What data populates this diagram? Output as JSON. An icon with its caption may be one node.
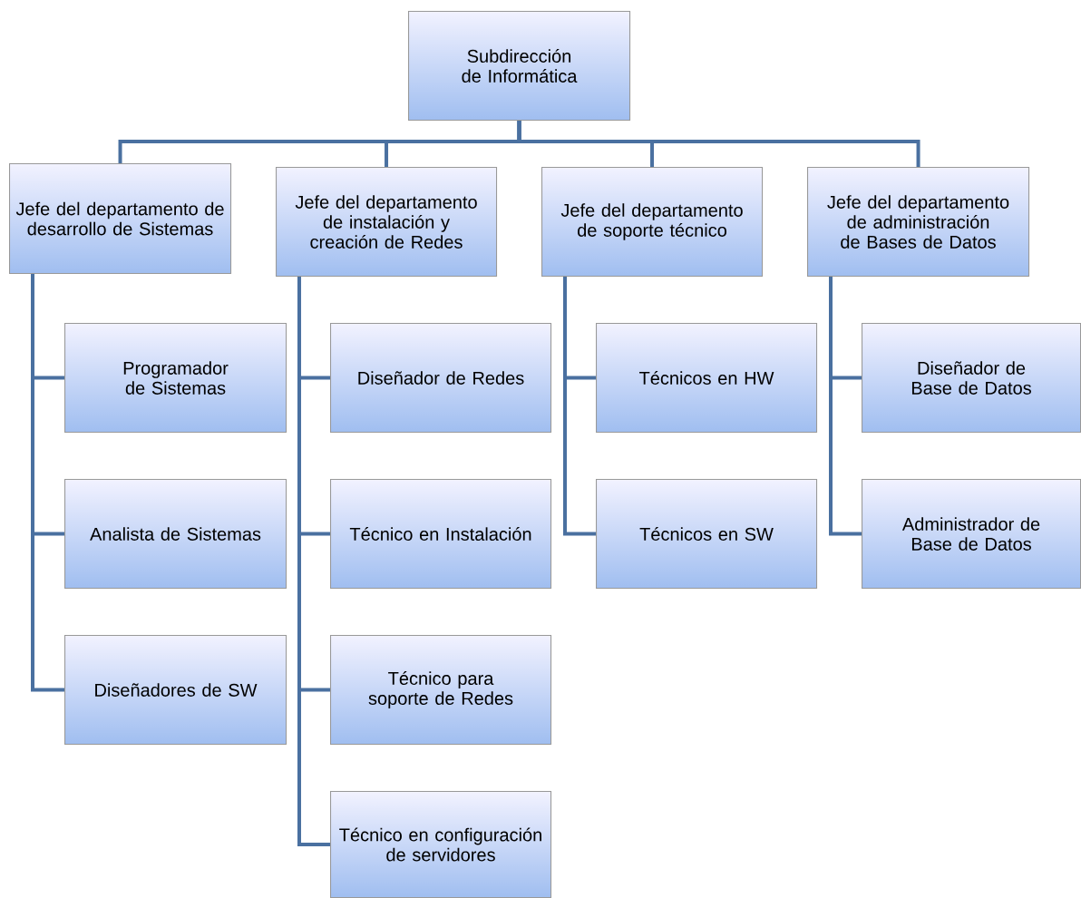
{
  "diagram": {
    "nodes": [
      {
        "text": [
          "Subdirección de Informática"
        ]
      },
      {
        "text": [
          "Jefe del departamento de desarrollo de Sistemas"
        ]
      },
      {
        "text": [
          "Jefe del departamento de instalación y creación de Redes"
        ]
      },
      {
        "text": [
          "Jefe del departamento de soporte técnico"
        ]
      },
      {
        "text": [
          "Jefe del departamento de administración de Bases de Datos"
        ]
      },
      {
        "text": [
          "Programador de Sistemas"
        ]
      },
      {
        "text": [
          "Analista de Sistemas"
        ]
      },
      {
        "text": [
          "Diseñadores de SW"
        ]
      },
      {
        "text": [
          "Diseñador de Redes"
        ]
      },
      {
        "text": [
          "Técnico en Instalación"
        ]
      },
      {
        "text": [
          "Técnico para soporte de Redes"
        ]
      },
      {
        "text": [
          "Técnico en configuración de servidores"
        ]
      },
      {
        "text": [
          "Técnicos en HW"
        ]
      },
      {
        "text": [
          "Técnicos en SW"
        ]
      },
      {
        "text": [
          "Diseñador de Base de Datos"
        ]
      },
      {
        "text": [
          "Administrador de Base de Datos"
        ]
      }
    ],
    "edges": [
      {
        "from": 0,
        "to": 1,
        "arrow": "none"
      },
      {
        "from": 0,
        "to": 2,
        "arrow": "none"
      },
      {
        "from": 0,
        "to": 3,
        "arrow": "none"
      },
      {
        "from": 0,
        "to": 4,
        "arrow": "none"
      },
      {
        "from": 1,
        "to": 5,
        "arrow": "none"
      },
      {
        "from": 1,
        "to": 6,
        "arrow": "none"
      },
      {
        "from": 1,
        "to": 7,
        "arrow": "none"
      },
      {
        "from": 2,
        "to": 8,
        "arrow": "none"
      },
      {
        "from": 2,
        "to": 9,
        "arrow": "none"
      },
      {
        "from": 2,
        "to": 10,
        "arrow": "none"
      },
      {
        "from": 2,
        "to": 11,
        "arrow": "none"
      },
      {
        "from": 3,
        "to": 12,
        "arrow": "none"
      },
      {
        "from": 3,
        "to": 13,
        "arrow": "none"
      },
      {
        "from": 4,
        "to": 14,
        "arrow": "none"
      },
      {
        "from": 4,
        "to": 15,
        "arrow": "none"
      }
    ]
  }
}
